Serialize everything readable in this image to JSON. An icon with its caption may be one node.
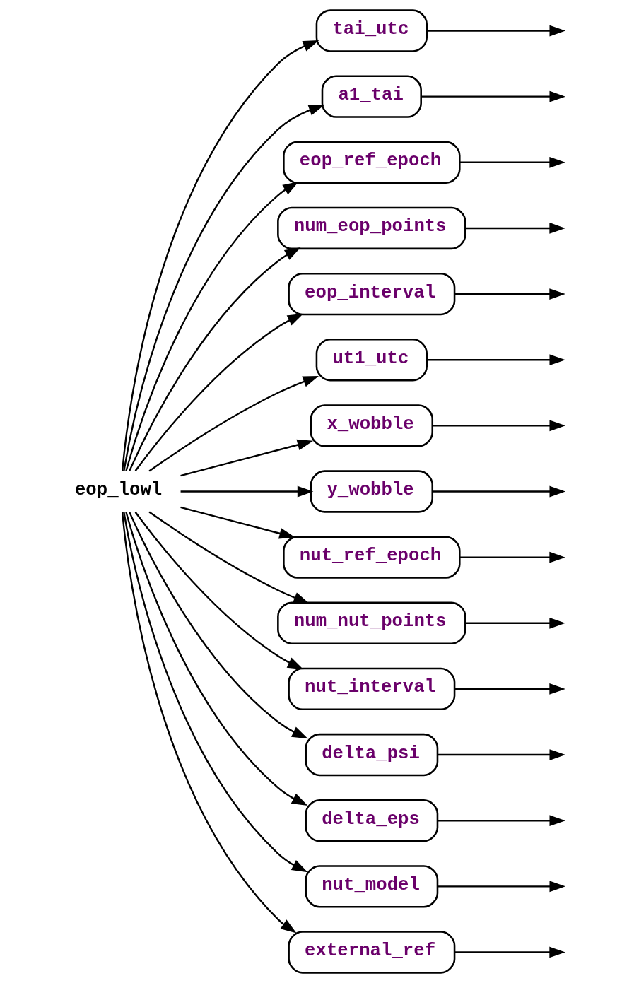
{
  "diagram": {
    "nodes": [
      {
        "text": [
          "eop_lowl"
        ]
      },
      {
        "text": [
          "tai_utc"
        ]
      },
      {
        "text": [
          "a1_tai"
        ]
      },
      {
        "text": [
          "eop_ref_epoch"
        ]
      },
      {
        "text": [
          "num_eop_points"
        ]
      },
      {
        "text": [
          "eop_interval"
        ]
      },
      {
        "text": [
          "ut1_utc"
        ]
      },
      {
        "text": [
          "x_wobble"
        ]
      },
      {
        "text": [
          "y_wobble"
        ]
      },
      {
        "text": [
          "nut_ref_epoch"
        ]
      },
      {
        "text": [
          "num_nut_points"
        ]
      },
      {
        "text": [
          "nut_interval"
        ]
      },
      {
        "text": [
          "delta_psi"
        ]
      },
      {
        "text": [
          "delta_eps"
        ]
      },
      {
        "text": [
          "nut_model"
        ]
      },
      {
        "text": [
          "external_ref"
        ]
      }
    ],
    "edges": [
      {
        "from": 0,
        "to": 1,
        "arrow": "to"
      },
      {
        "from": 0,
        "to": 2,
        "arrow": "to"
      },
      {
        "from": 0,
        "to": 3,
        "arrow": "to"
      },
      {
        "from": 0,
        "to": 4,
        "arrow": "to"
      },
      {
        "from": 0,
        "to": 5,
        "arrow": "to"
      },
      {
        "from": 0,
        "to": 6,
        "arrow": "to"
      },
      {
        "from": 0,
        "to": 7,
        "arrow": "to"
      },
      {
        "from": 0,
        "to": 8,
        "arrow": "to"
      },
      {
        "from": 0,
        "to": 9,
        "arrow": "to"
      },
      {
        "from": 0,
        "to": 10,
        "arrow": "to"
      },
      {
        "from": 0,
        "to": 11,
        "arrow": "to"
      },
      {
        "from": 0,
        "to": 12,
        "arrow": "to"
      },
      {
        "from": 0,
        "to": 13,
        "arrow": "to"
      },
      {
        "from": 0,
        "to": 14,
        "arrow": "to"
      },
      {
        "from": 0,
        "to": 15,
        "arrow": "to"
      },
      {
        "from": 1,
        "to": null,
        "arrow": "to"
      },
      {
        "from": 2,
        "to": null,
        "arrow": "to"
      },
      {
        "from": 3,
        "to": null,
        "arrow": "to"
      },
      {
        "from": 4,
        "to": null,
        "arrow": "to"
      },
      {
        "from": 5,
        "to": null,
        "arrow": "to"
      },
      {
        "from": 6,
        "to": null,
        "arrow": "to"
      },
      {
        "from": 7,
        "to": null,
        "arrow": "to"
      },
      {
        "from": 8,
        "to": null,
        "arrow": "to"
      },
      {
        "from": 9,
        "to": null,
        "arrow": "to"
      },
      {
        "from": 10,
        "to": null,
        "arrow": "to"
      },
      {
        "from": 11,
        "to": null,
        "arrow": "to"
      },
      {
        "from": 12,
        "to": null,
        "arrow": "to"
      },
      {
        "from": 13,
        "to": null,
        "arrow": "to"
      },
      {
        "from": 14,
        "to": null,
        "arrow": "to"
      },
      {
        "from": 15,
        "to": null,
        "arrow": "to"
      }
    ]
  }
}
